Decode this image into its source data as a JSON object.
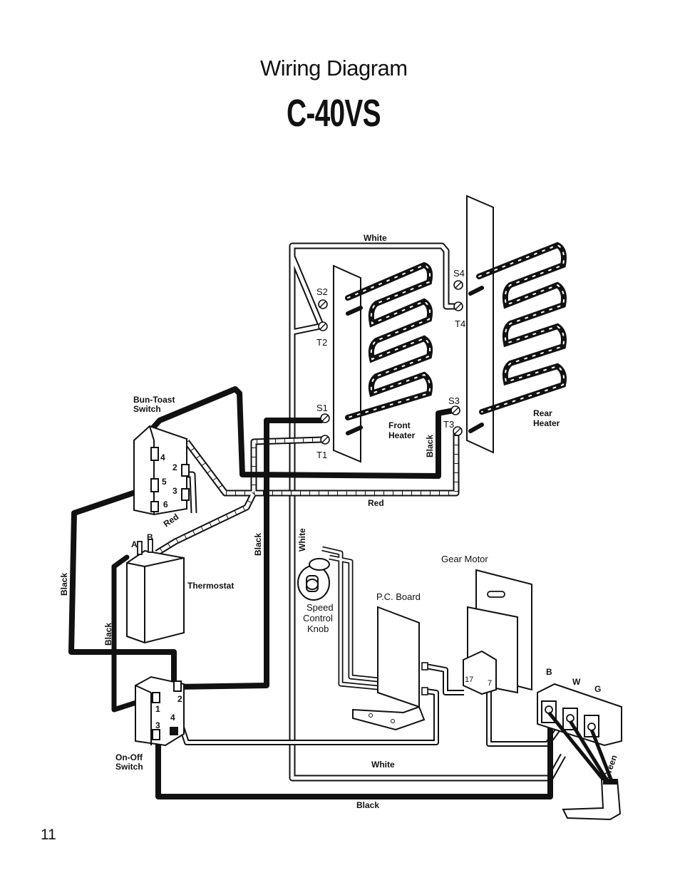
{
  "title": "Wiring Diagram",
  "model": "C-40VS",
  "page_number": "11",
  "components": {
    "front_heater": "Front Heater",
    "rear_heater": "Rear Heater",
    "bun_toast_switch": "Bun-Toast Switch",
    "thermostat": "Thermostat",
    "on_off_switch": "On-Off Switch",
    "speed_control_knob": "Speed Control Knob",
    "pc_board": "P.C. Board",
    "gear_motor": "Gear Motor"
  },
  "terminals": {
    "s1": "S1",
    "s2": "S2",
    "s3": "S3",
    "s4": "S4",
    "t1": "T1",
    "t2": "T2",
    "t3": "T3",
    "t4": "T4",
    "bt_4": "4",
    "bt_2": "2",
    "bt_5": "5",
    "bt_3": "3",
    "bt_6": "6",
    "th_a": "A",
    "th_b": "B",
    "sw_1": "1",
    "sw_2": "2",
    "sw_3": "3",
    "sw_4": "4",
    "gm_17": "17",
    "gm_7": "7",
    "plug_b": "B",
    "plug_w": "W",
    "plug_g": "G"
  },
  "wire_labels": {
    "white_top": "White",
    "red_bottom": "Red",
    "red_switch": "Red",
    "black_left": "Black",
    "black_thermo": "Black",
    "black_mid": "Black",
    "white_mid": "White",
    "black_front": "Black",
    "white_bottom": "White",
    "black_bottom": "Black",
    "green_plug": "Green"
  },
  "colors": {
    "wire_black": "#111111",
    "paper": "#ffffff"
  }
}
